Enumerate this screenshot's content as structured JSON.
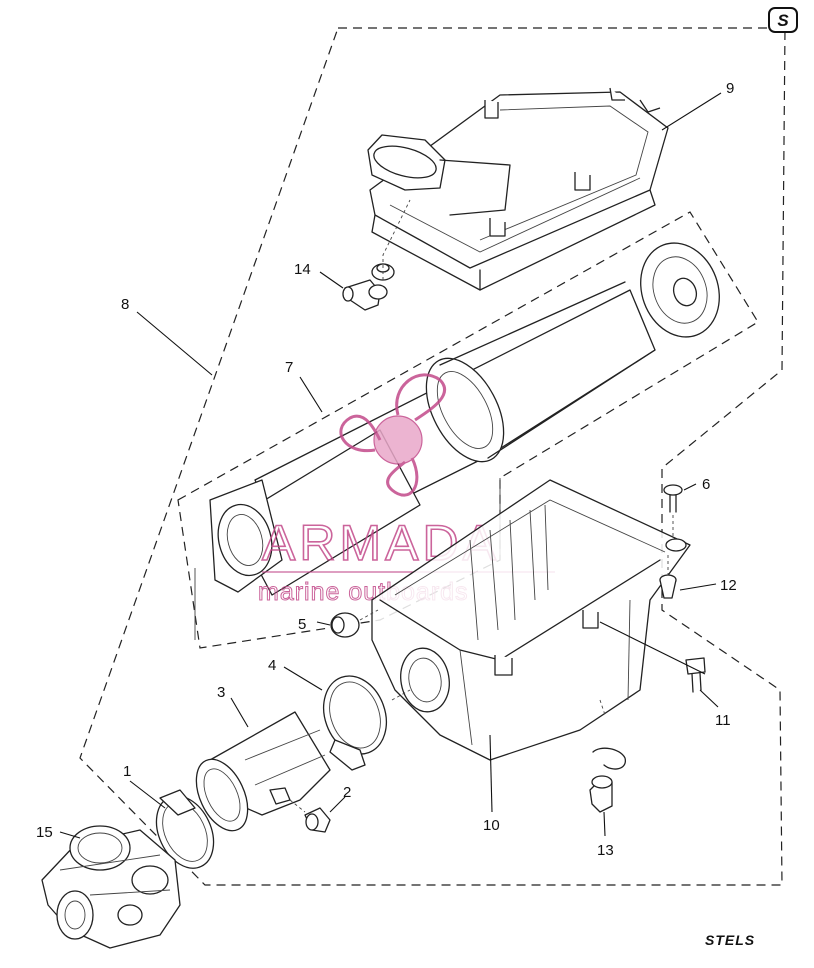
{
  "diagram": {
    "corner_badge": "S",
    "brand_mark": "STELS",
    "watermark": {
      "title": "ARMADA",
      "subtitle": "marine outboards",
      "color": "#c24a8a",
      "fill": "#e9a8c9"
    },
    "parts": [
      {
        "id": "1",
        "label": "1"
      },
      {
        "id": "2",
        "label": "2"
      },
      {
        "id": "3",
        "label": "3"
      },
      {
        "id": "4",
        "label": "4"
      },
      {
        "id": "5",
        "label": "5"
      },
      {
        "id": "6",
        "label": "6"
      },
      {
        "id": "7",
        "label": "7"
      },
      {
        "id": "8",
        "label": "8"
      },
      {
        "id": "9",
        "label": "9"
      },
      {
        "id": "10",
        "label": "10"
      },
      {
        "id": "11",
        "label": "11"
      },
      {
        "id": "12",
        "label": "12"
      },
      {
        "id": "13",
        "label": "13"
      },
      {
        "id": "14",
        "label": "14"
      },
      {
        "id": "15",
        "label": "15"
      }
    ]
  }
}
